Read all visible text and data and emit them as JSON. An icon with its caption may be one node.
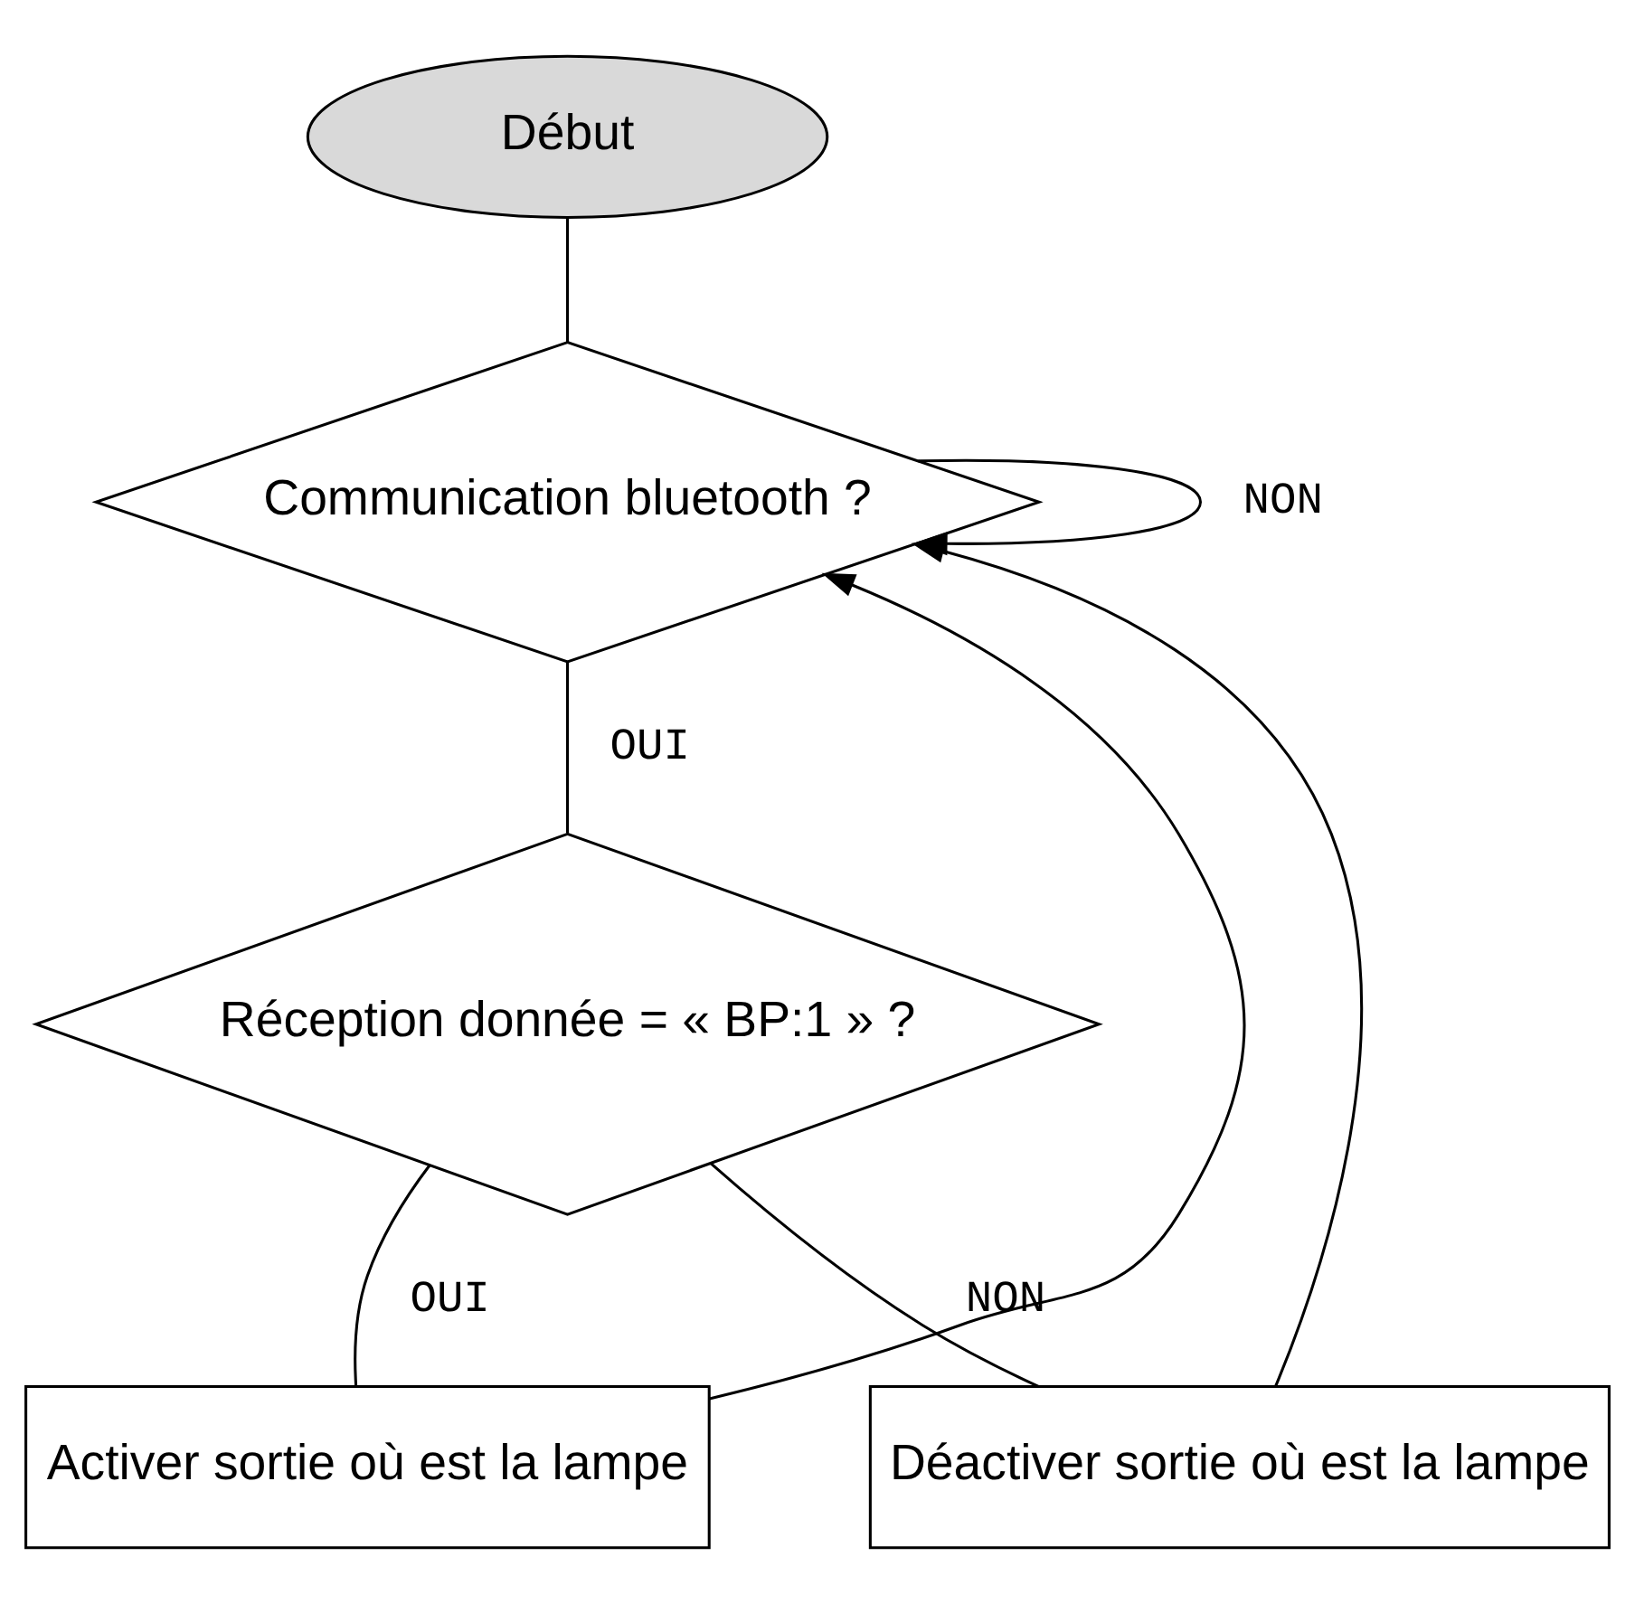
{
  "diagram": {
    "nodes": [
      {
        "text": [
          "Début"
        ]
      },
      {
        "text": [
          "Communication bluetooth ?"
        ]
      },
      {
        "text": [
          "Réception donnée = « BP:1 » ?"
        ]
      },
      {
        "text": [
          "Activer sortie où est la lampe"
        ]
      },
      {
        "text": [
          "Déactiver sortie où est la lampe"
        ]
      }
    ],
    "edges": [
      {
        "from": 0,
        "to": 1,
        "arrow": "none"
      },
      {
        "from": 1,
        "to": 1,
        "arrow": "to",
        "label": "NON"
      },
      {
        "from": 1,
        "to": 2,
        "arrow": "none",
        "label": "OUI"
      },
      {
        "from": 2,
        "to": 3,
        "arrow": "none",
        "label": "OUI"
      },
      {
        "from": 2,
        "to": 4,
        "arrow": "none",
        "label": "NON"
      },
      {
        "from": 3,
        "to": 1,
        "arrow": "to"
      },
      {
        "from": 4,
        "to": 1,
        "arrow": "to"
      }
    ]
  }
}
